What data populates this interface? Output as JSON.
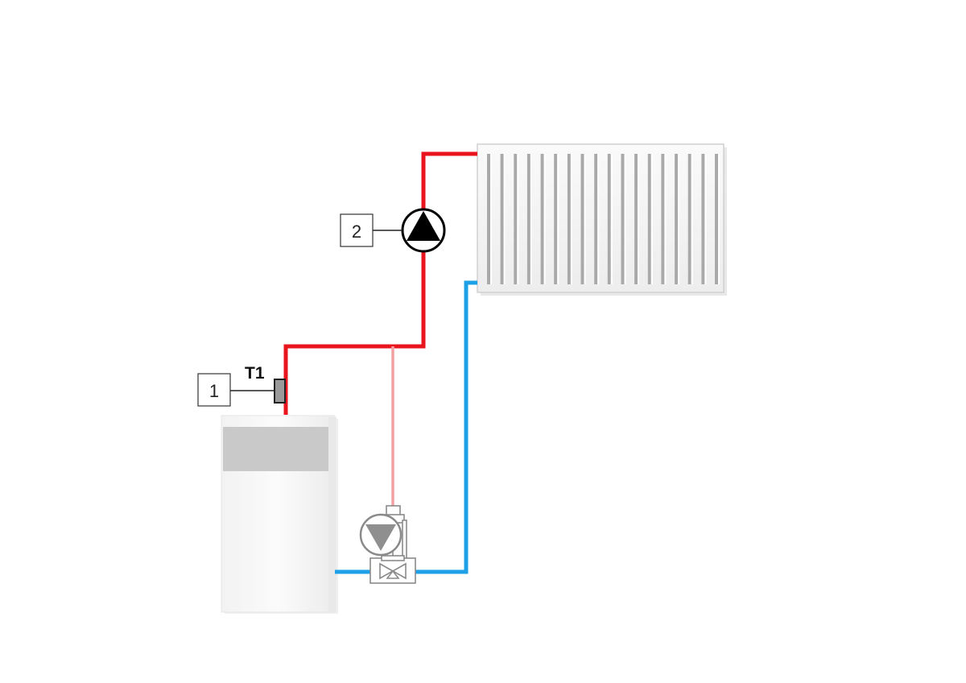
{
  "callouts": [
    {
      "number": "1"
    },
    {
      "number": "2"
    }
  ],
  "sensor": {
    "label": "T1"
  },
  "colors": {
    "supply": "#e8141e",
    "return": "#1ea0e6",
    "bypass": "#f4a0a0",
    "pump_fill": "#000000",
    "boiler_panel": "#c9c9c9",
    "boiler_body": "#f7f7f7",
    "outline": "#333333"
  },
  "icons": {
    "boiler": "boiler-icon",
    "radiator": "radiator-icon",
    "pump": "circulation-pump-icon",
    "mixing_pump": "mixing-valve-pump-icon",
    "sensor": "temperature-sensor-icon"
  }
}
